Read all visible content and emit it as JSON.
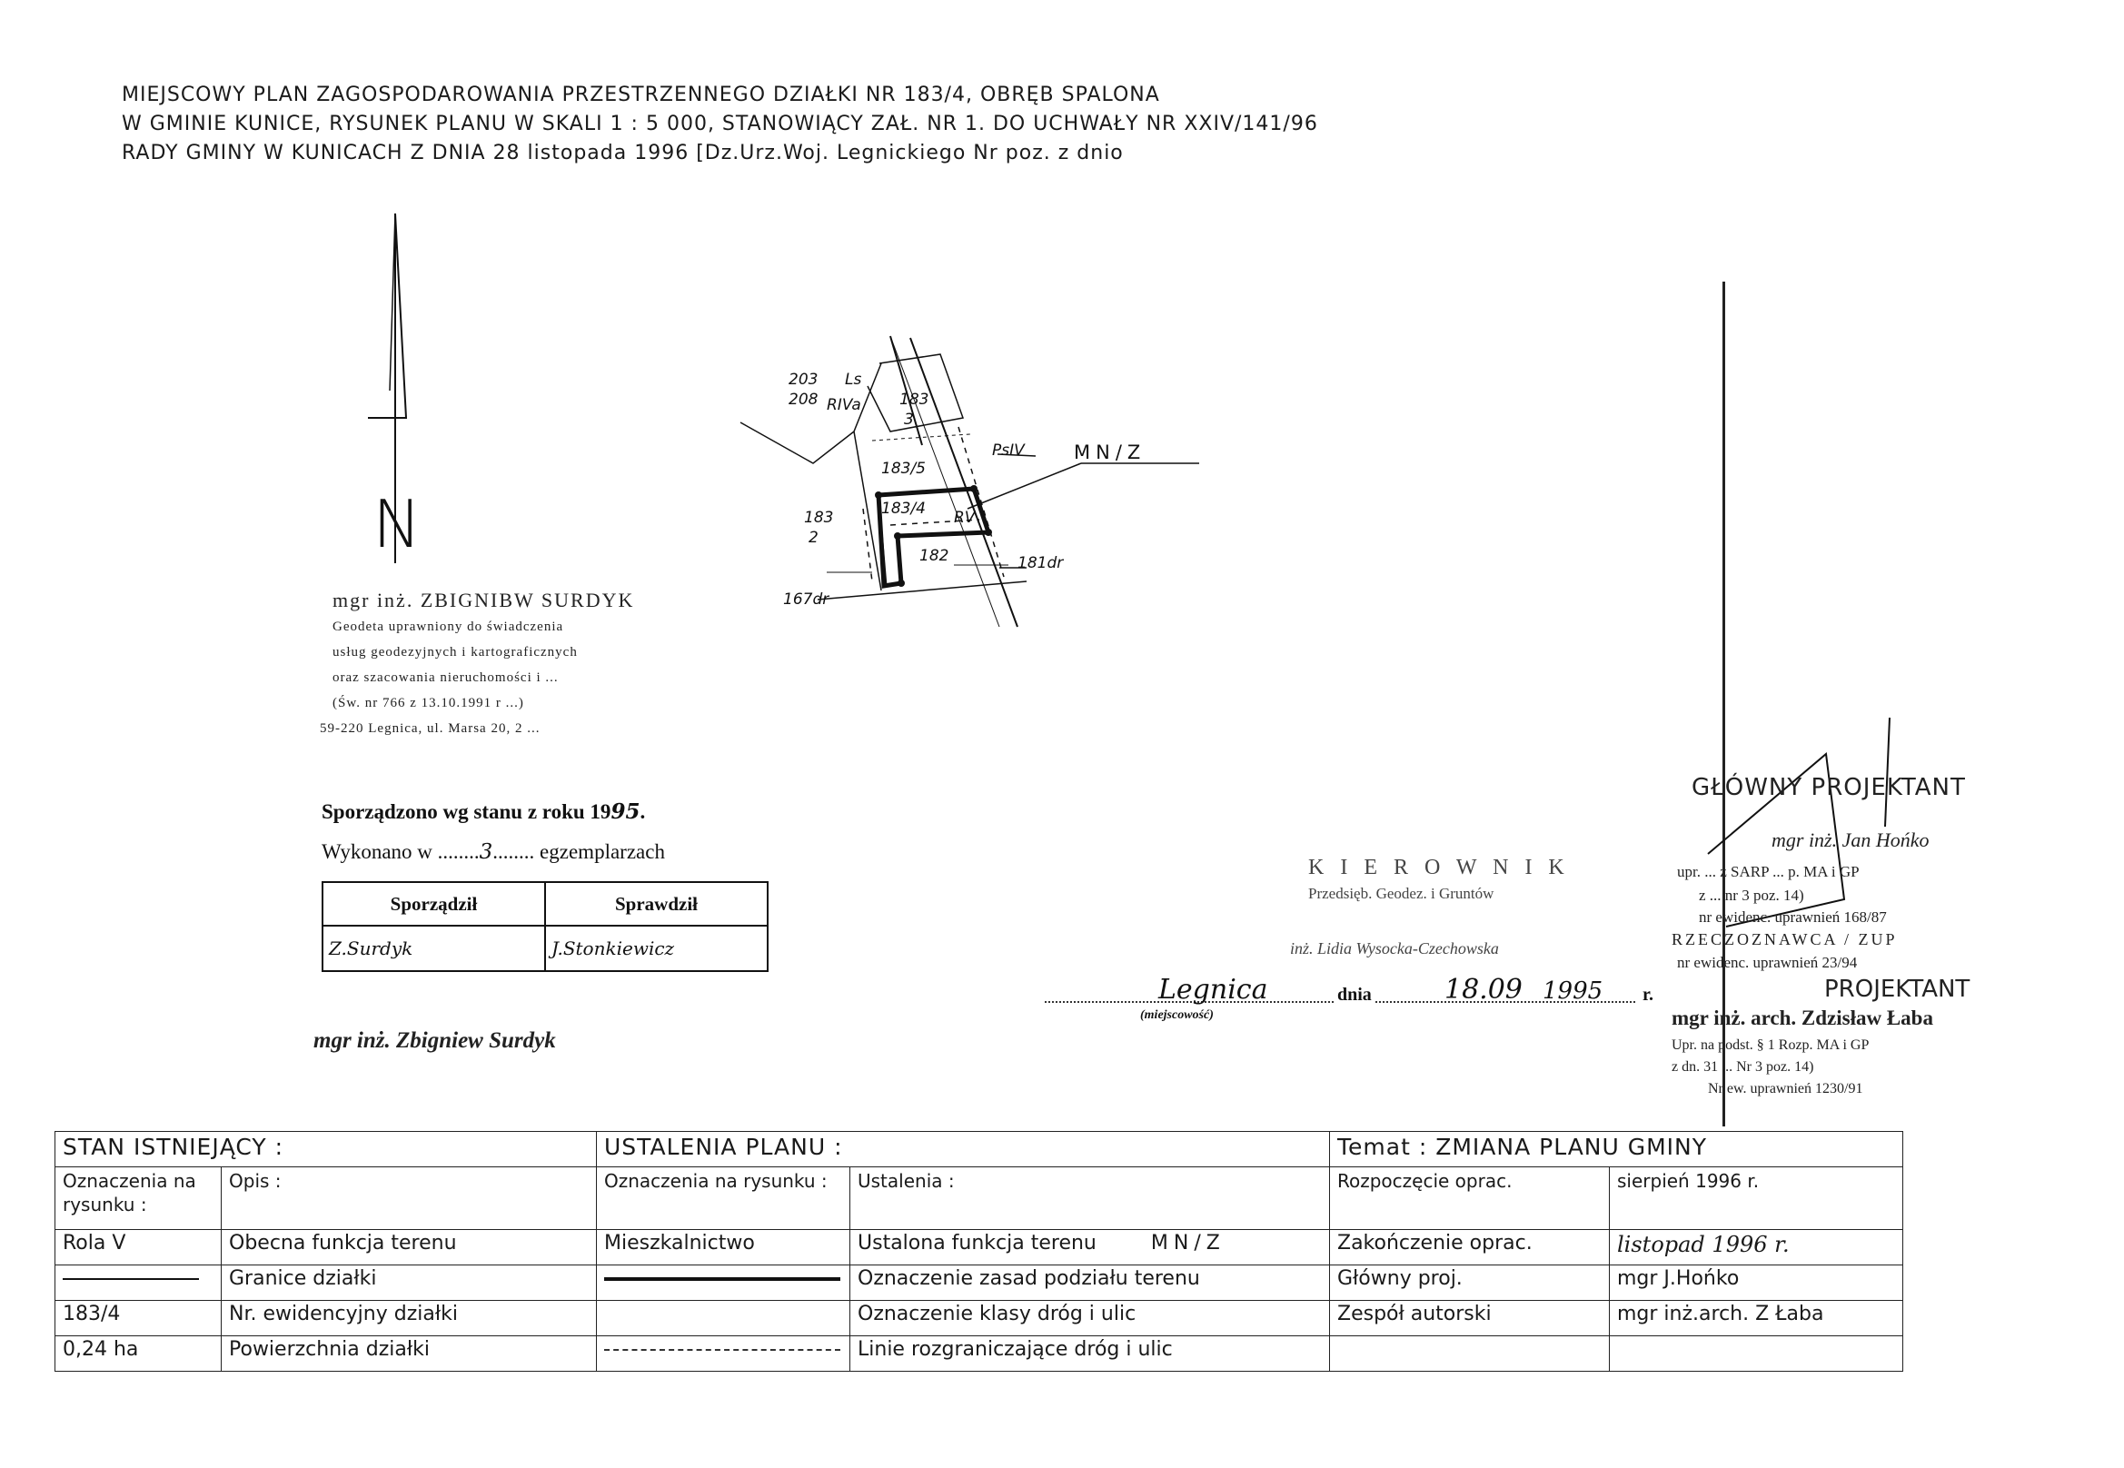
{
  "header": {
    "line1": "MIEJSCOWY PLAN ZAGOSPODAROWANIA PRZESTRZENNEGO DZIAŁKI NR 183/4,  OBRĘB  SPALONA",
    "line2": "W GMINIE  KUNICE, RYSUNEK PLANU W SKALI 1 : 5 000, STANOWIĄCY ZAŁ. NR 1. DO UCHWAŁY NR  XXIV/141/96",
    "line3": "RADY GMINY W KUNICACH Z DNIA 28 listopada 1996 [Dz.Urz.Woj. Legnickiego  Nr          poz.          z dnio"
  },
  "north": {
    "letter": "N"
  },
  "map": {
    "labels": [
      "203",
      "208",
      "Ls",
      "RIVa",
      "183",
      "3",
      "183/5",
      "PsIV",
      "MN/Z",
      "183",
      "2",
      "183/4",
      "RV",
      "182",
      "181dr",
      "167dr"
    ]
  },
  "geodeta_stamp": {
    "name": "mgr inż. ZBIGNIBW SURDYK",
    "l1": "Geodeta uprawniony do świadczenia",
    "l2": "usług geodezyjnych i kartograficznych",
    "l3": "oraz szacowania nieruchomości i ...",
    "l4": "(Św. nr 766 z 13.10.1991 r ...)",
    "l5": "59-220 Legnica, ul. Marsa 20, 2 ..."
  },
  "prepared": {
    "state_label": "Sporządzono wg stanu z roku 19",
    "state_year": "95",
    "copies_label": "Wykonano w ........",
    "copies_value": "3",
    "copies_suffix": "........ egzemplarzach",
    "made_by_label": "Sporządził",
    "checked_by_label": "Sprawdził",
    "made_by": "Z.Surdyk",
    "checked_by": "J.Stonkiewicz",
    "sign_name": "mgr inż. Zbigniew Surdyk"
  },
  "kierownik": {
    "title": "K I E R O W N I K",
    "sub": "Przedsięb. Geodez. i Gruntów",
    "name": "inż. Lidia Wysocka-Czechowska"
  },
  "place_date": {
    "place": "Legnica",
    "place_caption": "(miejscowość)",
    "dnia": "dnia",
    "date": "18.09",
    "year": "1995",
    "r": "r."
  },
  "projektant_stamp": {
    "glowny": "GŁÓWNY PROJEKTANT",
    "name1": "mgr inż. Jan Hońko",
    "l1": "upr. ... z SARP ... p. MA i GP",
    "l2": "z ... nr 3 poz. 14)",
    "l3": "nr ewidenc. uprawnień 168/87",
    "l4": "RZECZOZNAWCA / ZUP",
    "l5": "nr ewidenc. uprawnień 23/94",
    "projektant": "PROJEKTANT",
    "name2": "mgr inż. arch. Zdzisław Łaba",
    "l6": "Upr. na podst. § 1 Rozp. MA i GP",
    "l7": "z dn. 31 ... Nr 3 poz. 14)",
    "l8": "Nr ew. uprawnień 1230/91"
  },
  "legend": {
    "stan": "STAN  ISTNIEJĄCY :",
    "ustalenia_planu": "USTALENIA  PLANU :",
    "temat": "Temat : ZMIANA PLANU GMINY",
    "oznaczenia_rys": "Oznaczenia na rysunku :",
    "opis": "Opis :",
    "oznaczenia_na": "Oznaczenia na rysunku :",
    "ustalenia": "Ustalenia :",
    "rozpoczecie": "Rozpoczęcie oprac.",
    "rozpoczecie_val": "sierpień 1996 r.",
    "r1": [
      "Rola V",
      "Obecna funkcja terenu",
      "Mieszkalnictwo",
      "Ustalona funkcja terenu",
      "MN/Z",
      "Zakończenie oprac.",
      "listopad 1996 r."
    ],
    "r2": [
      "",
      "Granice działki",
      "",
      "Oznaczenie zasad podziału terenu",
      "Główny proj.",
      "mgr J.Hońko"
    ],
    "r3": [
      "183/4",
      "Nr. ewidencyjny działki",
      "",
      "Oznaczenie klasy dróg i ulic",
      "Zespół autorski",
      "mgr inż.arch. Z Łaba"
    ],
    "r4": [
      "0,24 ha",
      "Powierzchnia działki",
      "",
      "Linie rozgraniczające dróg i ulic",
      "",
      ""
    ]
  }
}
